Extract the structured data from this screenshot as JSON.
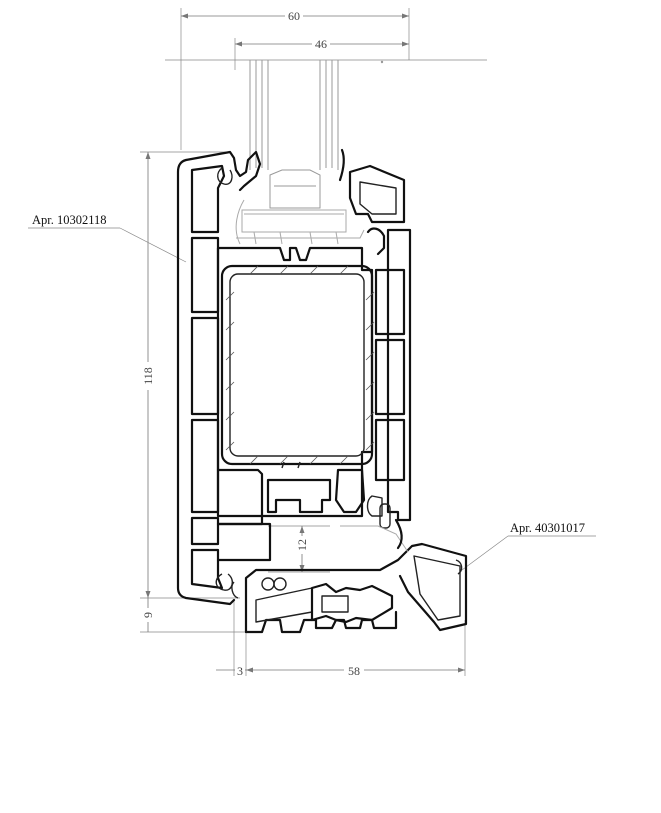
{
  "labels": {
    "left_ref": "Apr. 10302118",
    "right_ref": "Apr. 40301017"
  },
  "dimensions": {
    "top_width": "60",
    "glass_width": "46",
    "height": "118",
    "bottom_offset": "9",
    "left_gap": "3",
    "base_width": "58",
    "sill_depth": "12"
  }
}
